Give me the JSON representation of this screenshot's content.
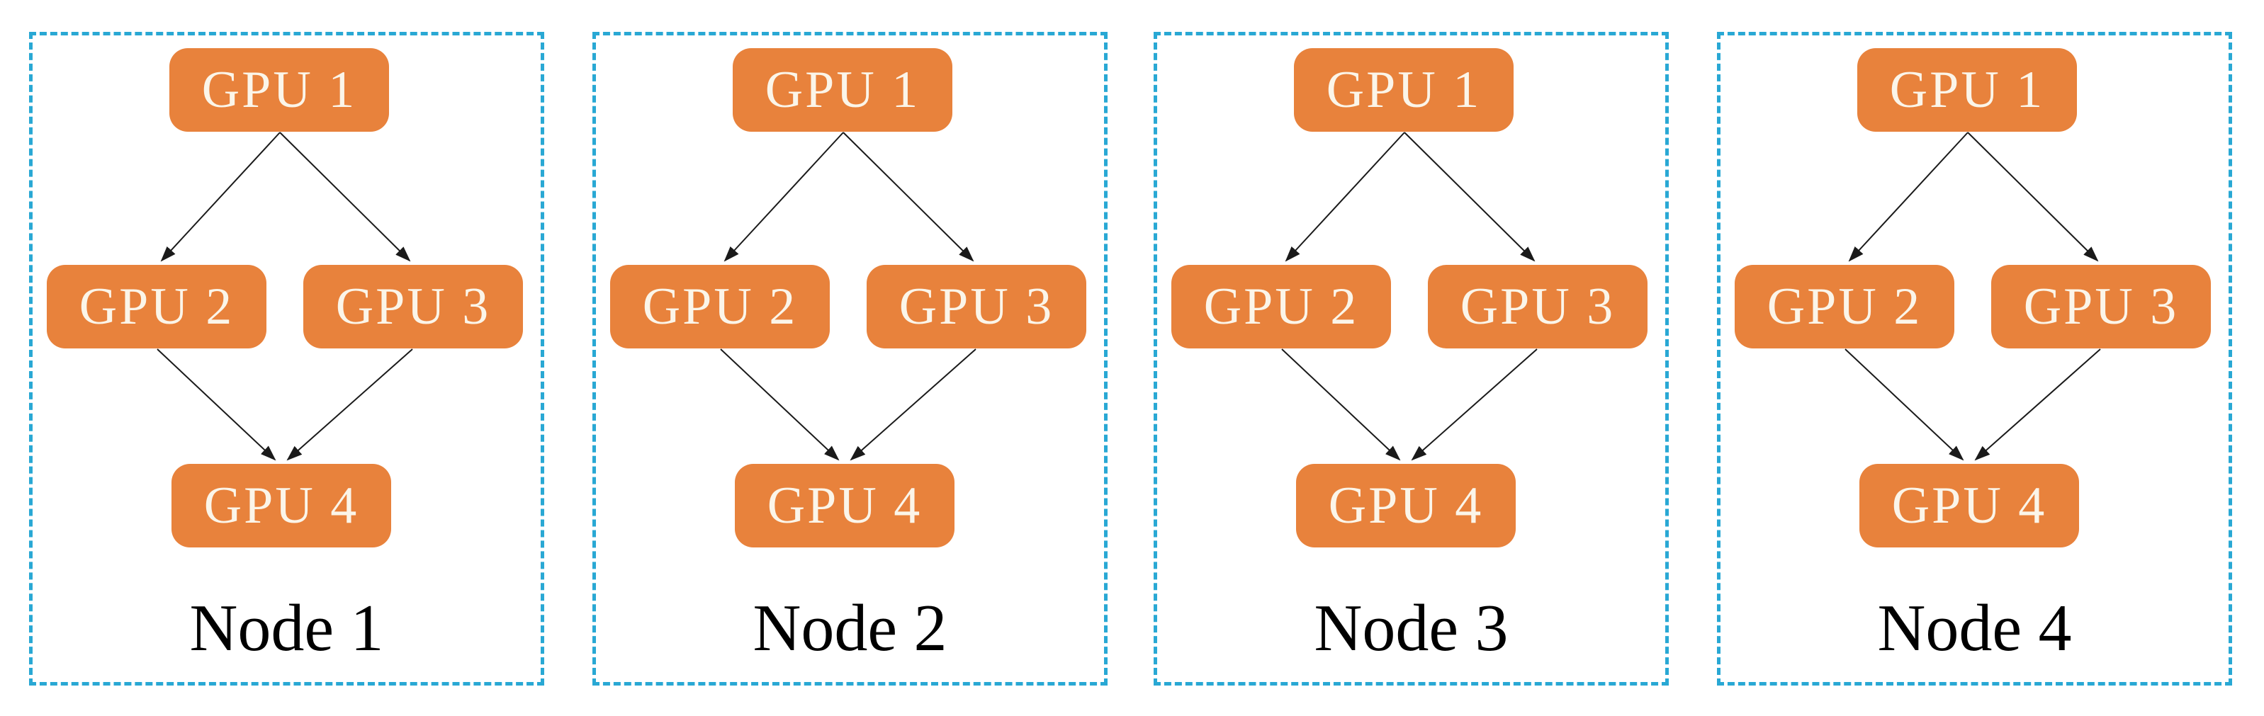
{
  "diagram": {
    "description_colors": {
      "panel_border": "#29a8d4",
      "gpu_box_fill": "#e8823c",
      "gpu_box_text": "#fbf5e9",
      "arrow": "#1a1a1a",
      "node_label_text": "#000000",
      "background": "#ffffff"
    },
    "nodes": [
      {
        "label": "Node 1",
        "gpus": [
          {
            "label": "GPU 1"
          },
          {
            "label": "GPU 2"
          },
          {
            "label": "GPU 3"
          },
          {
            "label": "GPU 4"
          }
        ]
      },
      {
        "label": "Node 2",
        "gpus": [
          {
            "label": "GPU 1"
          },
          {
            "label": "GPU 2"
          },
          {
            "label": "GPU 3"
          },
          {
            "label": "GPU 4"
          }
        ]
      },
      {
        "label": "Node 3",
        "gpus": [
          {
            "label": "GPU 1"
          },
          {
            "label": "GPU 2"
          },
          {
            "label": "GPU 3"
          },
          {
            "label": "GPU 4"
          }
        ]
      },
      {
        "label": "Node 4",
        "gpus": [
          {
            "label": "GPU 1"
          },
          {
            "label": "GPU 2"
          },
          {
            "label": "GPU 3"
          },
          {
            "label": "GPU 4"
          }
        ]
      }
    ],
    "edges_per_node": [
      {
        "from": "GPU 1",
        "to": "GPU 2"
      },
      {
        "from": "GPU 1",
        "to": "GPU 3"
      },
      {
        "from": "GPU 2",
        "to": "GPU 4"
      },
      {
        "from": "GPU 3",
        "to": "GPU 4"
      }
    ]
  }
}
